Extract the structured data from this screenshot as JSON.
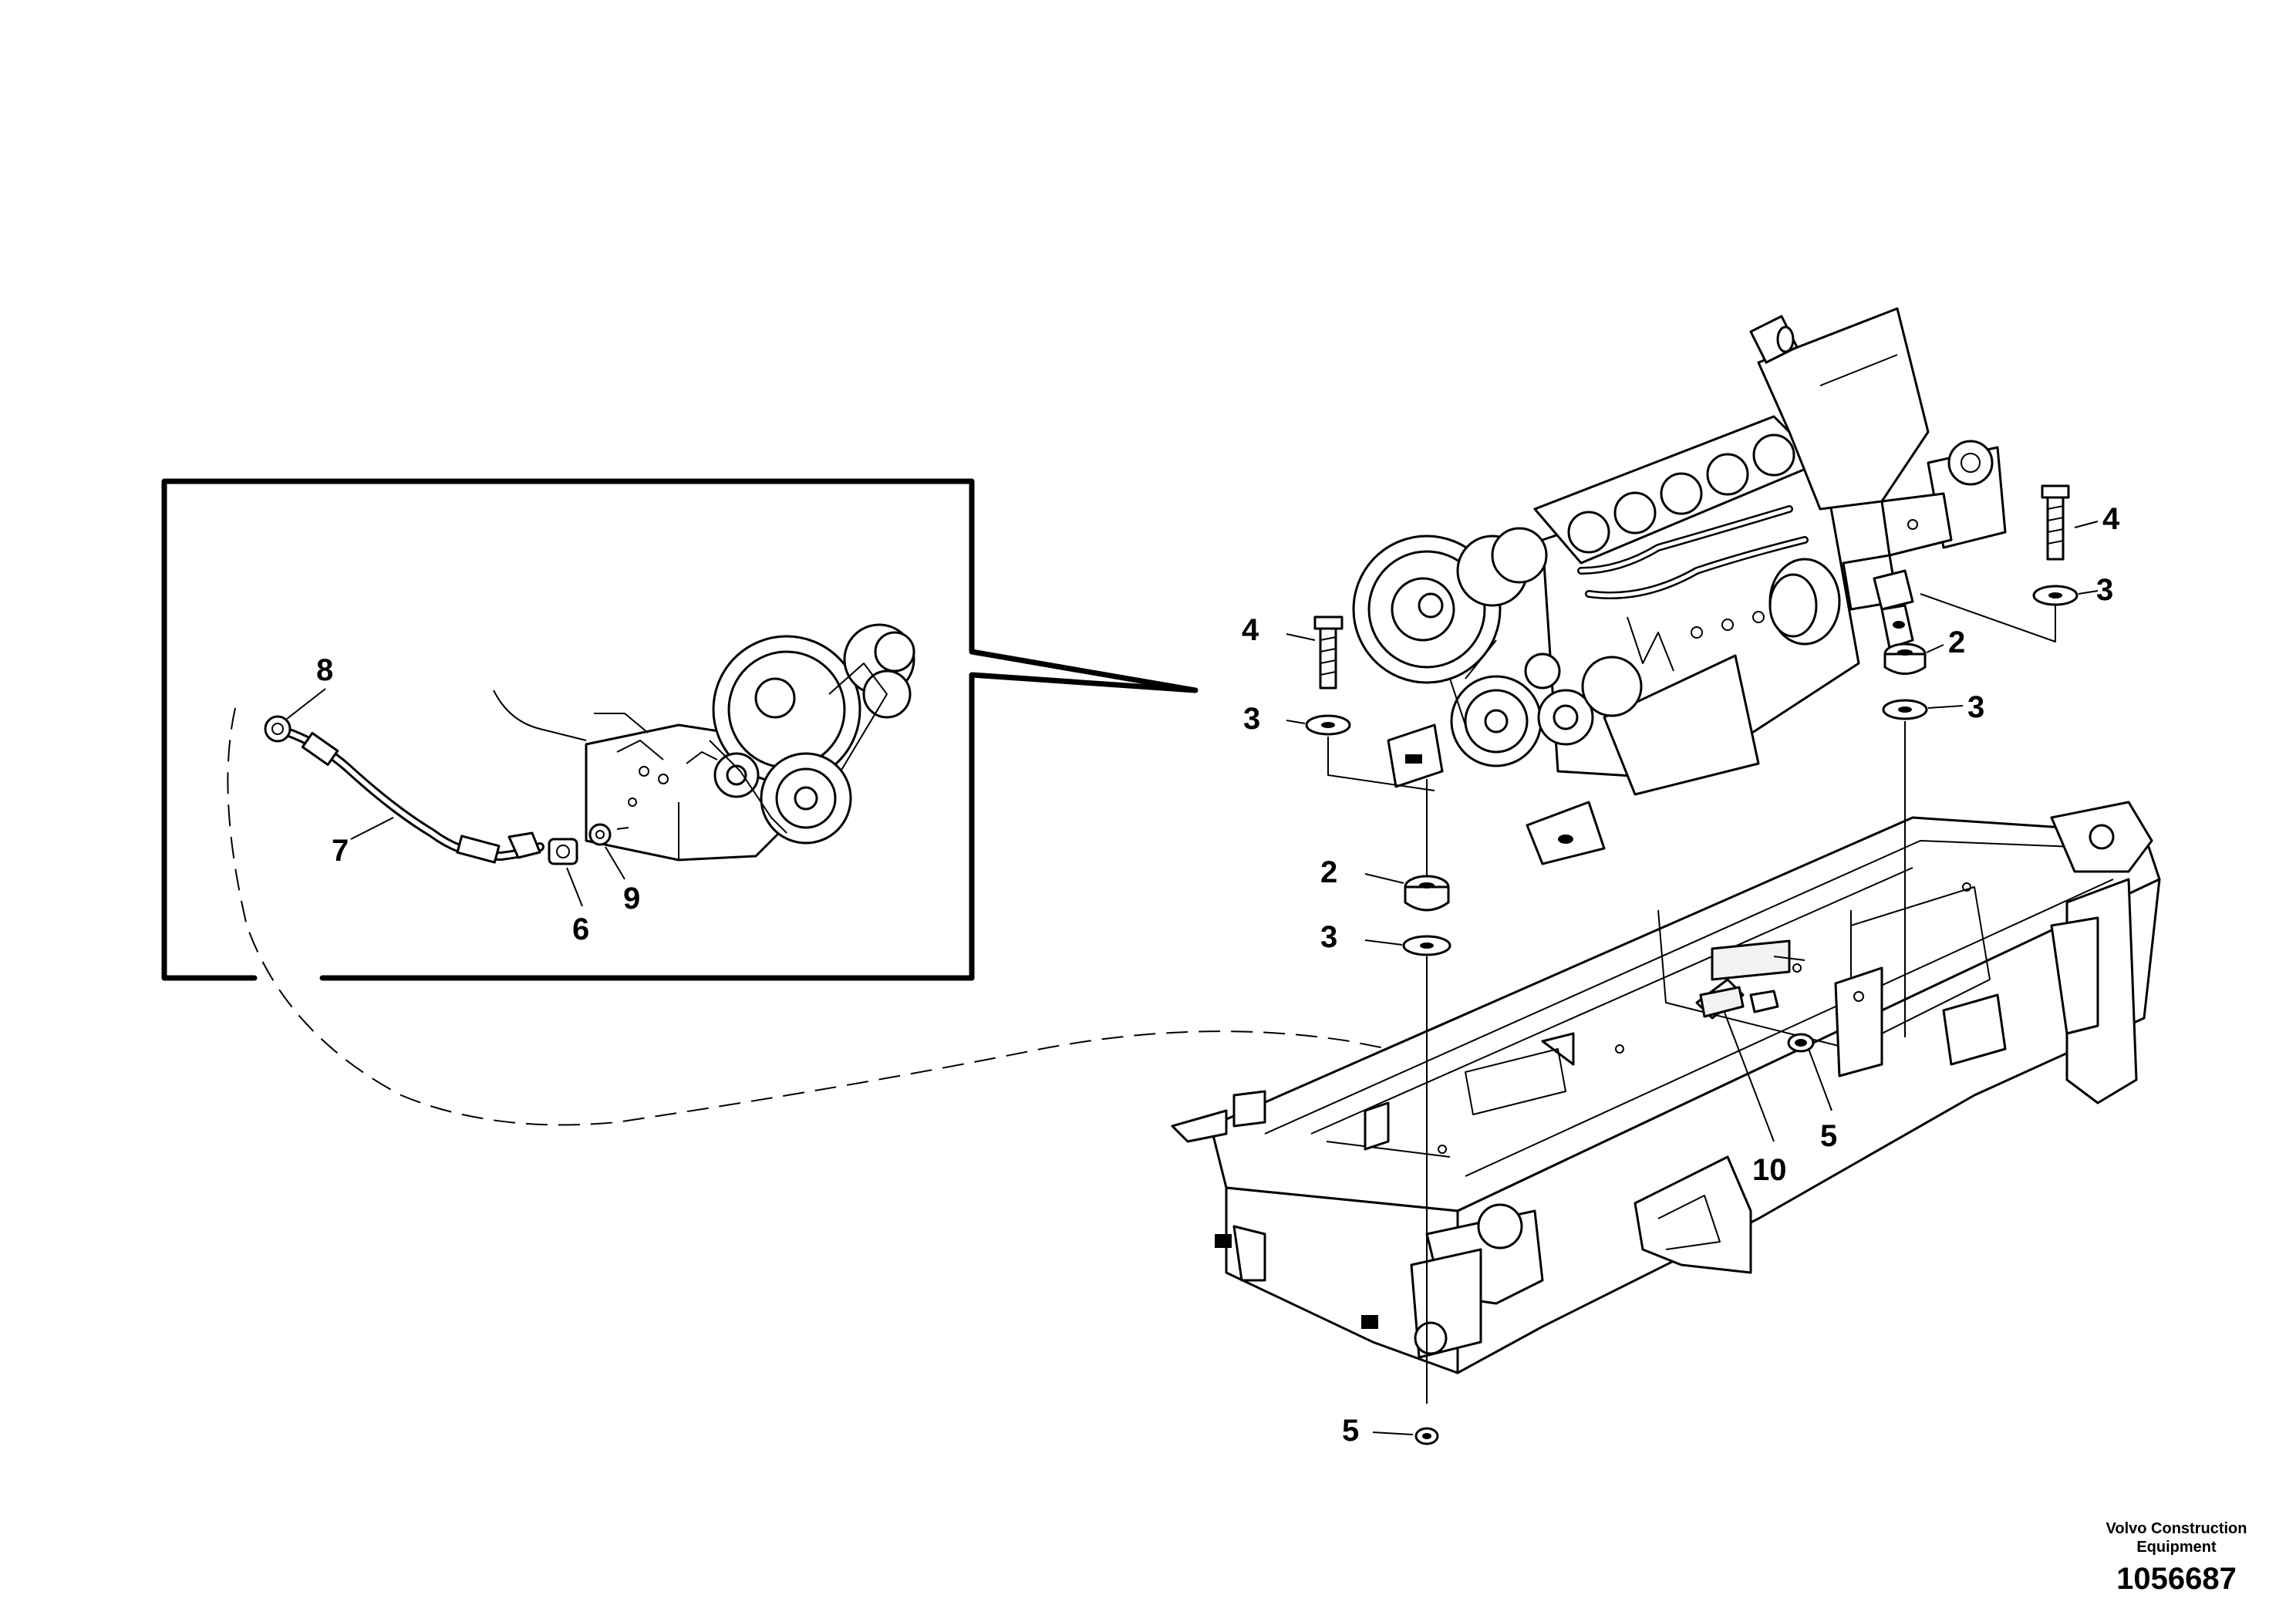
{
  "diagram": {
    "callouts": {
      "c4_right": "4",
      "c3_right": "3",
      "c2_right": "2",
      "c3_right_lower": "3",
      "c4_left": "4",
      "c3_left": "3",
      "c2_left": "2",
      "c3_left_lower": "3",
      "c5_right": "5",
      "c10": "10",
      "c5_bottom": "5",
      "c8": "8",
      "c7": "7",
      "c6": "6",
      "c9": "9"
    },
    "credit": {
      "line1": "Volvo Construction",
      "line2": "Equipment",
      "number": "1056687"
    }
  }
}
